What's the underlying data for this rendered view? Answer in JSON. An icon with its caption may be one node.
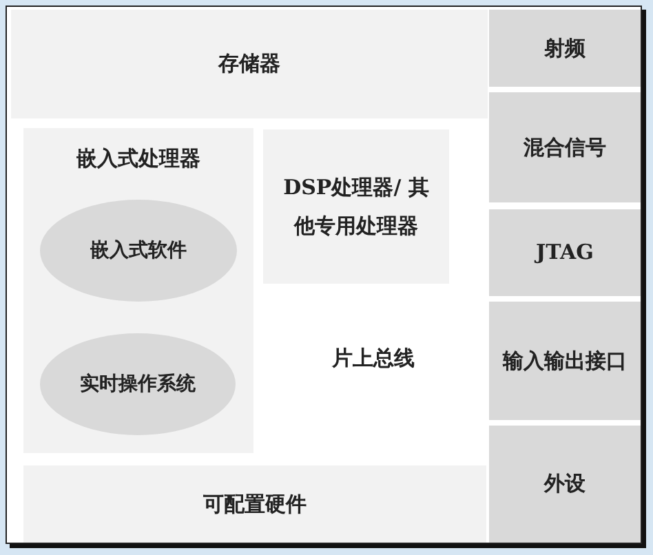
{
  "diagram": {
    "nodes": [
      {
        "text": [
          "存储器"
        ]
      },
      {
        "text": [
          "射频"
        ]
      },
      {
        "text": [
          "嵌入式处理器"
        ]
      },
      {
        "text": [
          "嵌入式软件"
        ],
        "in": 2
      },
      {
        "text": [
          "实时操作系统"
        ],
        "in": 2
      },
      {
        "text": [
          "DSP处理器/ 其他专用处理器"
        ]
      },
      {
        "text": [
          "混合信号"
        ]
      },
      {
        "text": [
          "JTAG"
        ]
      },
      {
        "text": [
          "输入输出接口"
        ]
      },
      {
        "text": [
          "可配置硬件"
        ]
      },
      {
        "text": [
          "外设"
        ]
      }
    ],
    "labels": [
      "片上总线"
    ]
  }
}
